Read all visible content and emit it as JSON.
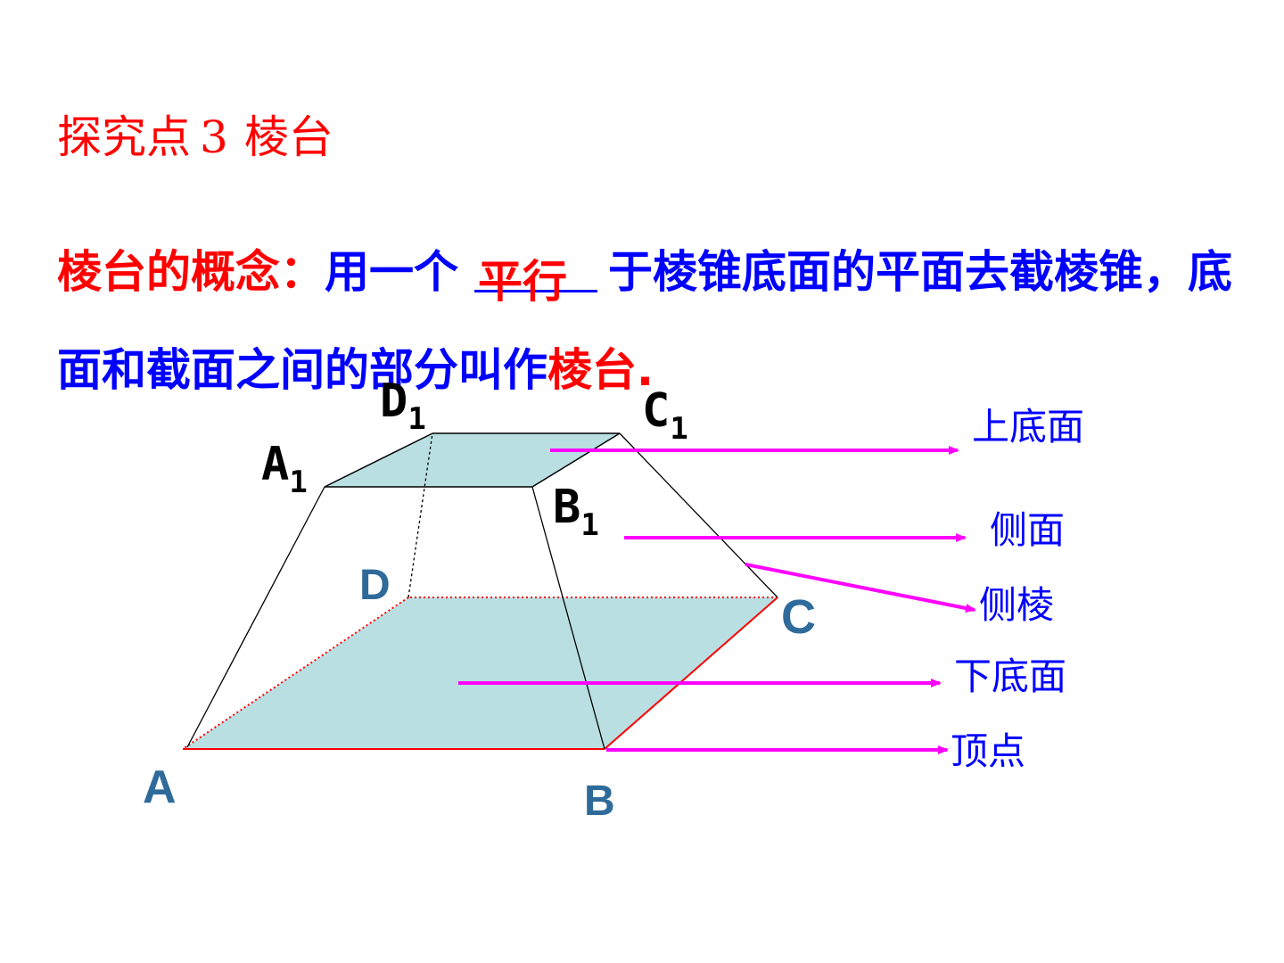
{
  "title": {
    "prefix": "探究点",
    "number": "3",
    "topic": "棱台"
  },
  "concept": {
    "term": "棱台的概念：",
    "text_before": "用一个",
    "blank_answer": "平行",
    "text_after": "于棱锥底面的平面去截棱锥，底面和截面之间的部分叫作",
    "term_end": "棱台",
    "period": "."
  },
  "vertices": {
    "A": "A",
    "B": "B",
    "C": "C",
    "D": "D",
    "A1": "A",
    "B1": "B",
    "C1": "C",
    "D1": "D",
    "subscript": "1"
  },
  "labels": {
    "upper_base": "上底面",
    "lateral_face": "侧面",
    "lateral_edge": "侧棱",
    "lower_base": "下底面",
    "vertex": "顶点"
  },
  "colors": {
    "title": "#ff0000",
    "text": "#0000ff",
    "face_fill": "#b9dfe2",
    "arrow": "#ff00ff",
    "base_edge": "#ff0000",
    "vertex_label": "#2f6b9a"
  }
}
